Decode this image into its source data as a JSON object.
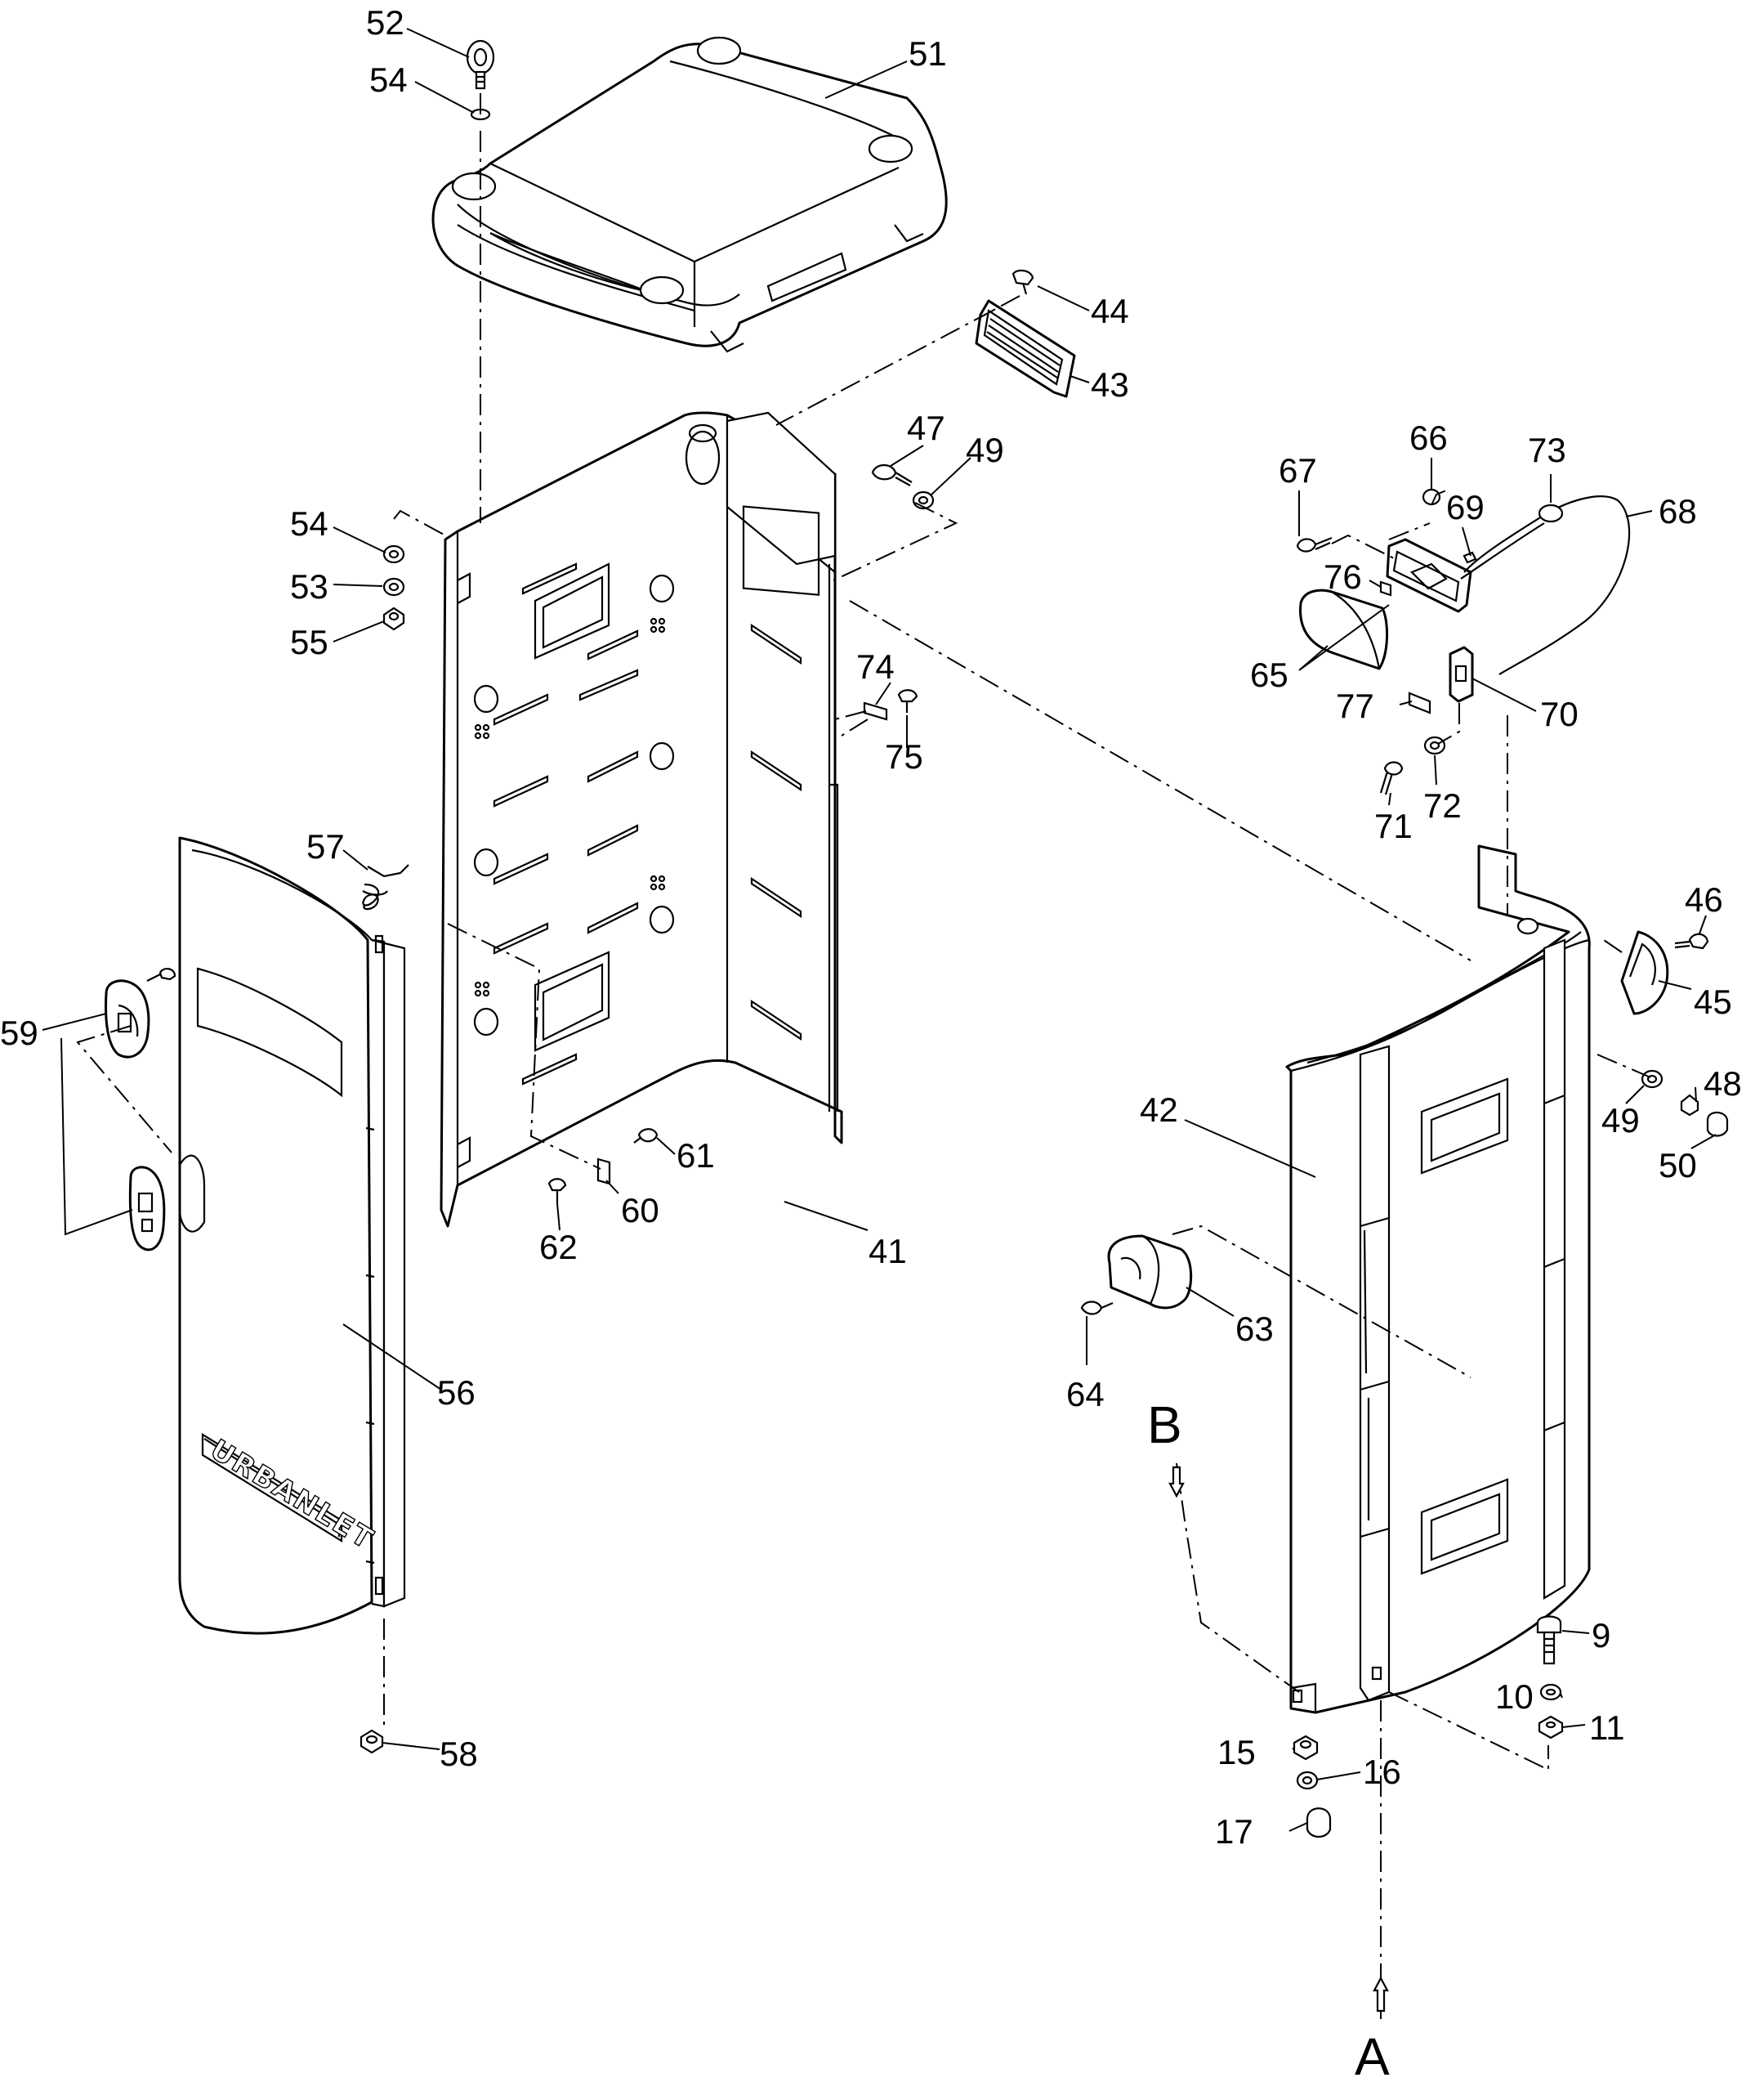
{
  "callouts": [
    {
      "id": "c52",
      "text": "52"
    },
    {
      "id": "c54a",
      "text": "54"
    },
    {
      "id": "c51",
      "text": "51"
    },
    {
      "id": "c44",
      "text": "44"
    },
    {
      "id": "c43",
      "text": "43"
    },
    {
      "id": "c47",
      "text": "47"
    },
    {
      "id": "c49a",
      "text": "49"
    },
    {
      "id": "c54b",
      "text": "54"
    },
    {
      "id": "c53",
      "text": "53"
    },
    {
      "id": "c55",
      "text": "55"
    },
    {
      "id": "c74",
      "text": "74"
    },
    {
      "id": "c75",
      "text": "75"
    },
    {
      "id": "c57",
      "text": "57"
    },
    {
      "id": "c59",
      "text": "59"
    },
    {
      "id": "c61",
      "text": "61"
    },
    {
      "id": "c60",
      "text": "60"
    },
    {
      "id": "c62",
      "text": "62"
    },
    {
      "id": "c41",
      "text": "41"
    },
    {
      "id": "c56",
      "text": "56"
    },
    {
      "id": "c58",
      "text": "58"
    },
    {
      "id": "c66",
      "text": "66"
    },
    {
      "id": "c67",
      "text": "67"
    },
    {
      "id": "c73",
      "text": "73"
    },
    {
      "id": "c68",
      "text": "68"
    },
    {
      "id": "c69",
      "text": "69"
    },
    {
      "id": "c76",
      "text": "76"
    },
    {
      "id": "c65",
      "text": "65"
    },
    {
      "id": "c77",
      "text": "77"
    },
    {
      "id": "c70",
      "text": "70"
    },
    {
      "id": "c71",
      "text": "71"
    },
    {
      "id": "c72",
      "text": "72"
    },
    {
      "id": "c46",
      "text": "46"
    },
    {
      "id": "c45",
      "text": "45"
    },
    {
      "id": "c42",
      "text": "42"
    },
    {
      "id": "c49b",
      "text": "49"
    },
    {
      "id": "c48",
      "text": "48"
    },
    {
      "id": "c50",
      "text": "50"
    },
    {
      "id": "c63",
      "text": "63"
    },
    {
      "id": "c64",
      "text": "64"
    },
    {
      "id": "c9",
      "text": "9"
    },
    {
      "id": "c10",
      "text": "10"
    },
    {
      "id": "c11",
      "text": "11"
    },
    {
      "id": "c15",
      "text": "15"
    },
    {
      "id": "c16",
      "text": "16"
    },
    {
      "id": "c17",
      "text": "17"
    }
  ],
  "view_markers": {
    "a": "A",
    "b": "B"
  },
  "logo_text": "URBANLET"
}
